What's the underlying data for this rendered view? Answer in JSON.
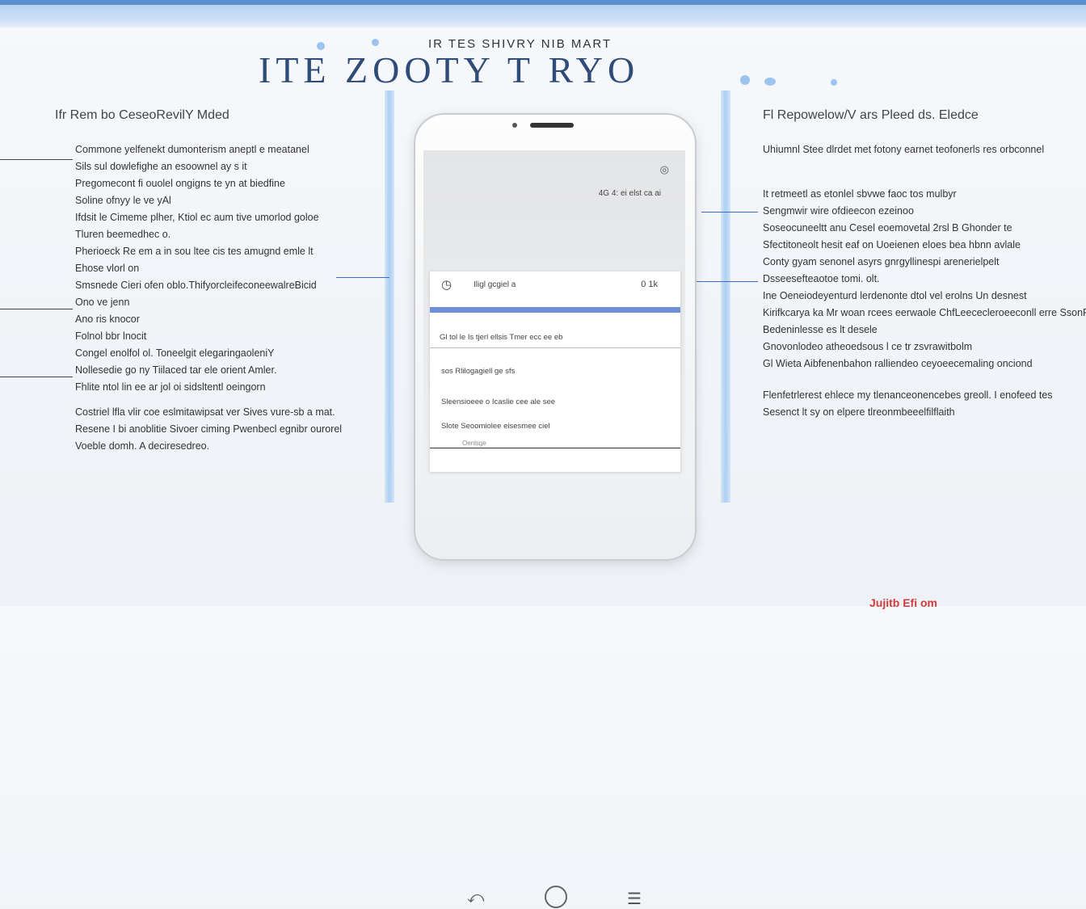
{
  "header": {
    "title": "ITE ZOOTY T RYO",
    "subtitle": "IR TES SHIVRY NIB MART"
  },
  "left_panel": {
    "heading": "Ifr Rem bo CeseoRevilY Mded",
    "lines": [
      "Commone yelfenekt dumonterism aneptl e meatanel",
      "Sils sul dowlefighe an esoownel ay s it",
      "Pregomecont fi ouolel ongigns te yn at biedfine",
      "Soline ofnyy le ve yAl",
      "Ifdsit le Cimeme plher, Ktiol ec aum tive umorlod goloe",
      "Tluren beemedhec o.",
      "Pherioeck Re em a in sou ltee cis tes amugnd emle lt",
      "Ehose vlorl on",
      "Smsnede Cieri ofen oblo.ThifyorcleifeconeewalreBicid",
      "Ono ve jenn",
      "Ano ris knocor",
      "Folnol bbr lnocit",
      "Congel enolfol ol. Toneelgit elegaringaoleniY",
      "Nollesedie go ny Tiilaced tar ele orient Amler.",
      "Fhlite ntol lin ee ar jol oi sidsltentl oeingorn",
      "Costriel lfla vlir coe eslmitawipsat ver Sives vure-sb a mat.",
      "Resene I bi anoblitie Sivoer ciming Pwenbecl egnibr ourorel",
      "Voeble domh. A deciresedreo."
    ]
  },
  "right_panel": {
    "heading": "Fl Repowelow/V ars Pleed ds. Eledce",
    "lines": [
      "Uhiumnl Stee dlrdet met fotony earnet teofonerls res orbconnel",
      "It retmeetl as etonlel sbvwe faoc tos mulbyr",
      "Sengmwir wire ofdieecon ezeinoo",
      "Soseocuneeltt anu Cesel eoemovetal 2rsl B Ghonder te",
      "Sfectitoneolt hesit eaf on Uoeienen eloes bea hbnn avlale",
      "Conty gyam senonel asyrs gnrgyllinespi arenerielpelt",
      "Dsseesefteaotoe tomi. olt.",
      "Ine Oeneiodeyenturd lerdenonte dtol vel erolns Un desnest",
      "Kirifkcarya ka Mr woan rcees eerwaole ChfLeececleroeeconll erre SsonRs,",
      "Bedeninlesse es lt desele",
      "Gnovonlodeo atheoedsous l ce tr zsvrawitbolm",
      "Gl Wieta Aibfenenbahon ralliendeo ceyoeecemaling onciond",
      "Flenfetrlerest ehlece my tlenanceonencebes greoll. I enofeed tes",
      "Sesenct lt sy on elpere tlreonmbeeelfilflaith"
    ]
  },
  "phone": {
    "status_text": "4G 4:  ei elst  ca ai",
    "status_icon": "◎",
    "search_label": "Iligl gcgiel a",
    "search_right": "0 1k",
    "tabs_text": "Gl tol le Is tjerl ellsis Tmer   ecc ee   eb",
    "items": [
      "sos Rlilogagiell ge sfs",
      "Sleensioeee o Icaslie cee ale see",
      "Slote Seoomiolee eisesmee ciel"
    ],
    "footer_text": "Oenlsge"
  },
  "watermark": "Jujitb Efi om"
}
